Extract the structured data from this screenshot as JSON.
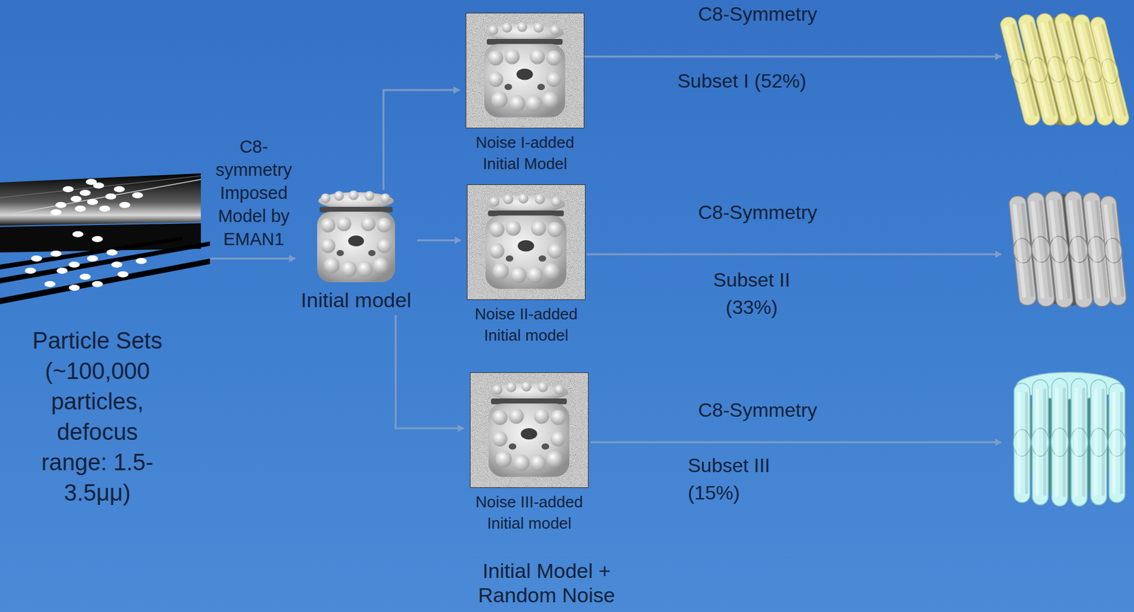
{
  "diagram": {
    "nodes": [
      {
        "text": [
          "Particle Sets (~100,000 particles, defocus range: 1.5- 3.5μμ)"
        ]
      },
      {
        "text": [
          "Initial model"
        ]
      },
      {
        "text": [
          "Noise I-added Initial Model"
        ]
      },
      {
        "text": [
          "Noise II-added Initial model"
        ]
      },
      {
        "text": [
          "Noise III-added Initial model"
        ]
      }
    ],
    "edges": [
      {
        "from": 0,
        "to": 1,
        "arrow": "to",
        "label": "C8- symmetry Imposed Model by EMAN1"
      },
      {
        "from": 1,
        "to": 2,
        "arrow": "to"
      },
      {
        "from": 1,
        "to": 3,
        "arrow": "to"
      },
      {
        "from": 1,
        "to": 4,
        "arrow": "to"
      }
    ],
    "labels": [
      "C8-Symmetry",
      "Subset I (52%)",
      "C8-Symmetry",
      "Subset II (33%)",
      "C8-Symmetry",
      "Subset III (15%)",
      "Initial Model + Random Noise"
    ]
  }
}
